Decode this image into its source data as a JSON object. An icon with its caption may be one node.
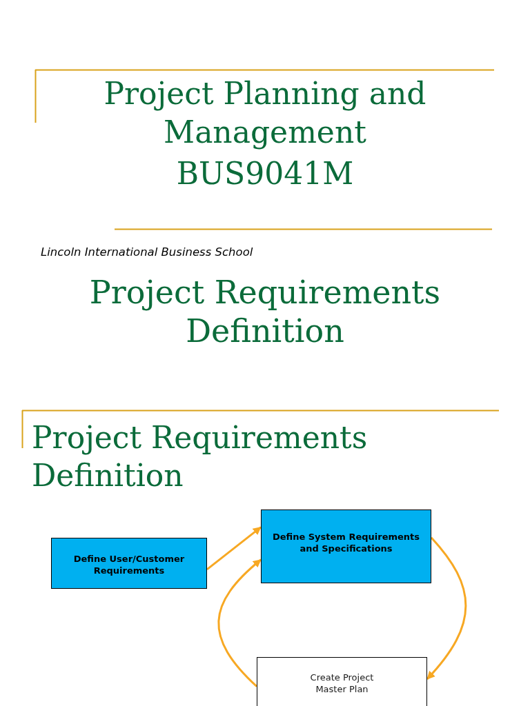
{
  "diagram": {
    "title": "Project Planning and Management",
    "nodes": [
      {
        "text": [
          "Define User/Customer Requirements"
        ]
      },
      {
        "text": [
          "Define System Requirements and Specifications"
        ]
      },
      {
        "text": [
          "Create Project Master Plan"
        ]
      }
    ],
    "edges": [
      {
        "from": 0,
        "to": 1,
        "arrow": "to"
      },
      {
        "from": 1,
        "to": 2,
        "arrow": "to"
      },
      {
        "from": 2,
        "to": 1,
        "arrow": "to"
      }
    ],
    "labels": [
      "BUS9041M",
      "Project Requirements Definition",
      "Lincoln International Business School",
      "Project Requirements Definition"
    ]
  }
}
